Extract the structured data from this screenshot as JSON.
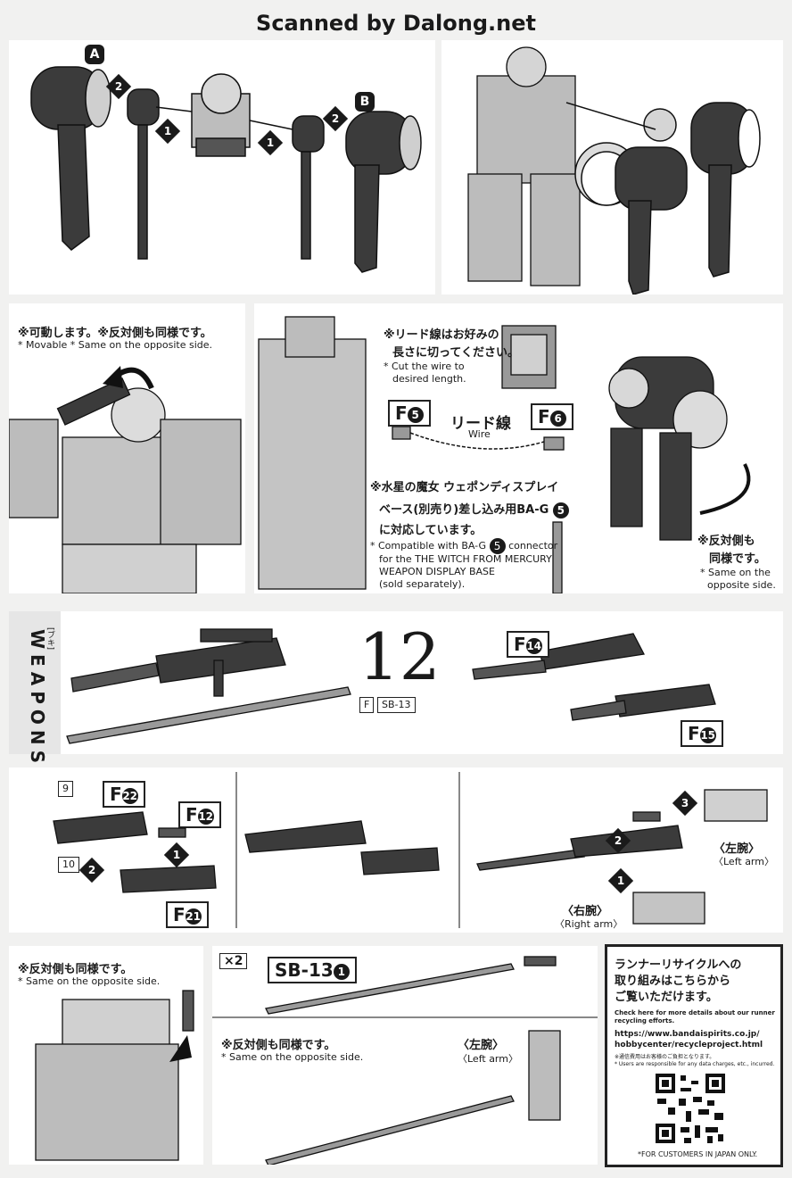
{
  "header": {
    "scan_credit": "Scanned by Dalong.net"
  },
  "panel1": {
    "label_a": "A",
    "label_b": "B",
    "step1": "1",
    "step2": "2"
  },
  "panel3": {
    "note_jp": "※可動します。※反対側も同様です。",
    "note_en": "* Movable * Same on the opposite side."
  },
  "panel4": {
    "wire_note_jp_1": "※リード線はお好みの",
    "wire_note_jp_2": "長さに切ってください。",
    "wire_note_en_1": "* Cut the wire to",
    "wire_note_en_2": "desired length.",
    "tag_f5": "F",
    "tag_f5_num": "5",
    "tag_f6": "F",
    "tag_f6_num": "6",
    "wire_label_jp": "リード線",
    "wire_label_en": "Wire",
    "compat_jp_1": "※水星の魔女 ウェポンディスプレイ",
    "compat_jp_2": "ベース(別売り)差し込み用BA-G",
    "compat_jp_3": "に対応しています。",
    "compat_en_1": "* Compatible with BA-G",
    "compat_en_1b": "connector",
    "compat_en_2": "for the THE WITCH FROM MERCURY",
    "compat_en_3": "WEAPON DISPLAY BASE",
    "compat_en_4": "(sold separately).",
    "compat_num": "5",
    "opp_jp_1": "※反対側も",
    "opp_jp_2": "同様です。",
    "opp_en_1": "* Same on the",
    "opp_en_2": "opposite side."
  },
  "weapons": {
    "section_title": "WEAPONS",
    "section_jp": "[ブキ]",
    "step_number": "12",
    "runner_f": "F",
    "runner_sb": "SB-13",
    "tag_f14": "F",
    "tag_f14_num": "14",
    "tag_f15": "F",
    "tag_f15_num": "15"
  },
  "step_row": {
    "tag_f22": "F",
    "tag_f22_num": "22",
    "tag_f12": "F",
    "tag_f12_num": "12",
    "tag_f21": "F",
    "tag_f21_num": "21",
    "cut_9": "9",
    "cut_10": "10",
    "left_arm_jp": "〈左腕〉",
    "left_arm_en": "〈Left arm〉",
    "right_arm_jp": "〈右腕〉",
    "right_arm_en": "〈Right arm〉",
    "step_1": "1",
    "step_2": "2",
    "step_3": "3"
  },
  "bottom": {
    "opp_jp": "※反対側も同様です。",
    "opp_en": "* Same on the opposite side.",
    "times2": "×2",
    "sb13": "SB-13",
    "sb13_num": "1",
    "opp2_jp": "※反対側も同様です。",
    "opp2_en": "* Same on the opposite side.",
    "left_arm_jp": "〈左腕〉",
    "left_arm_en": "〈Left arm〉"
  },
  "recycle": {
    "title_1": "ランナーリサイクルへの",
    "title_2": "取り組みはこちらから",
    "title_3": "ご覧いただけます。",
    "en_1": "Check here for more details about our runner",
    "en_2": "recycling efforts.",
    "url_1": "https://www.bandaispirits.co.jp/",
    "url_2": "hobbycenter/recycleproject.html",
    "fine_1": "※通信費用はお客様のご負担となります。",
    "fine_2": "* Users are responsible for any data charges, etc., incurred.",
    "japan_only": "*FOR CUSTOMERS IN JAPAN ONLY."
  }
}
